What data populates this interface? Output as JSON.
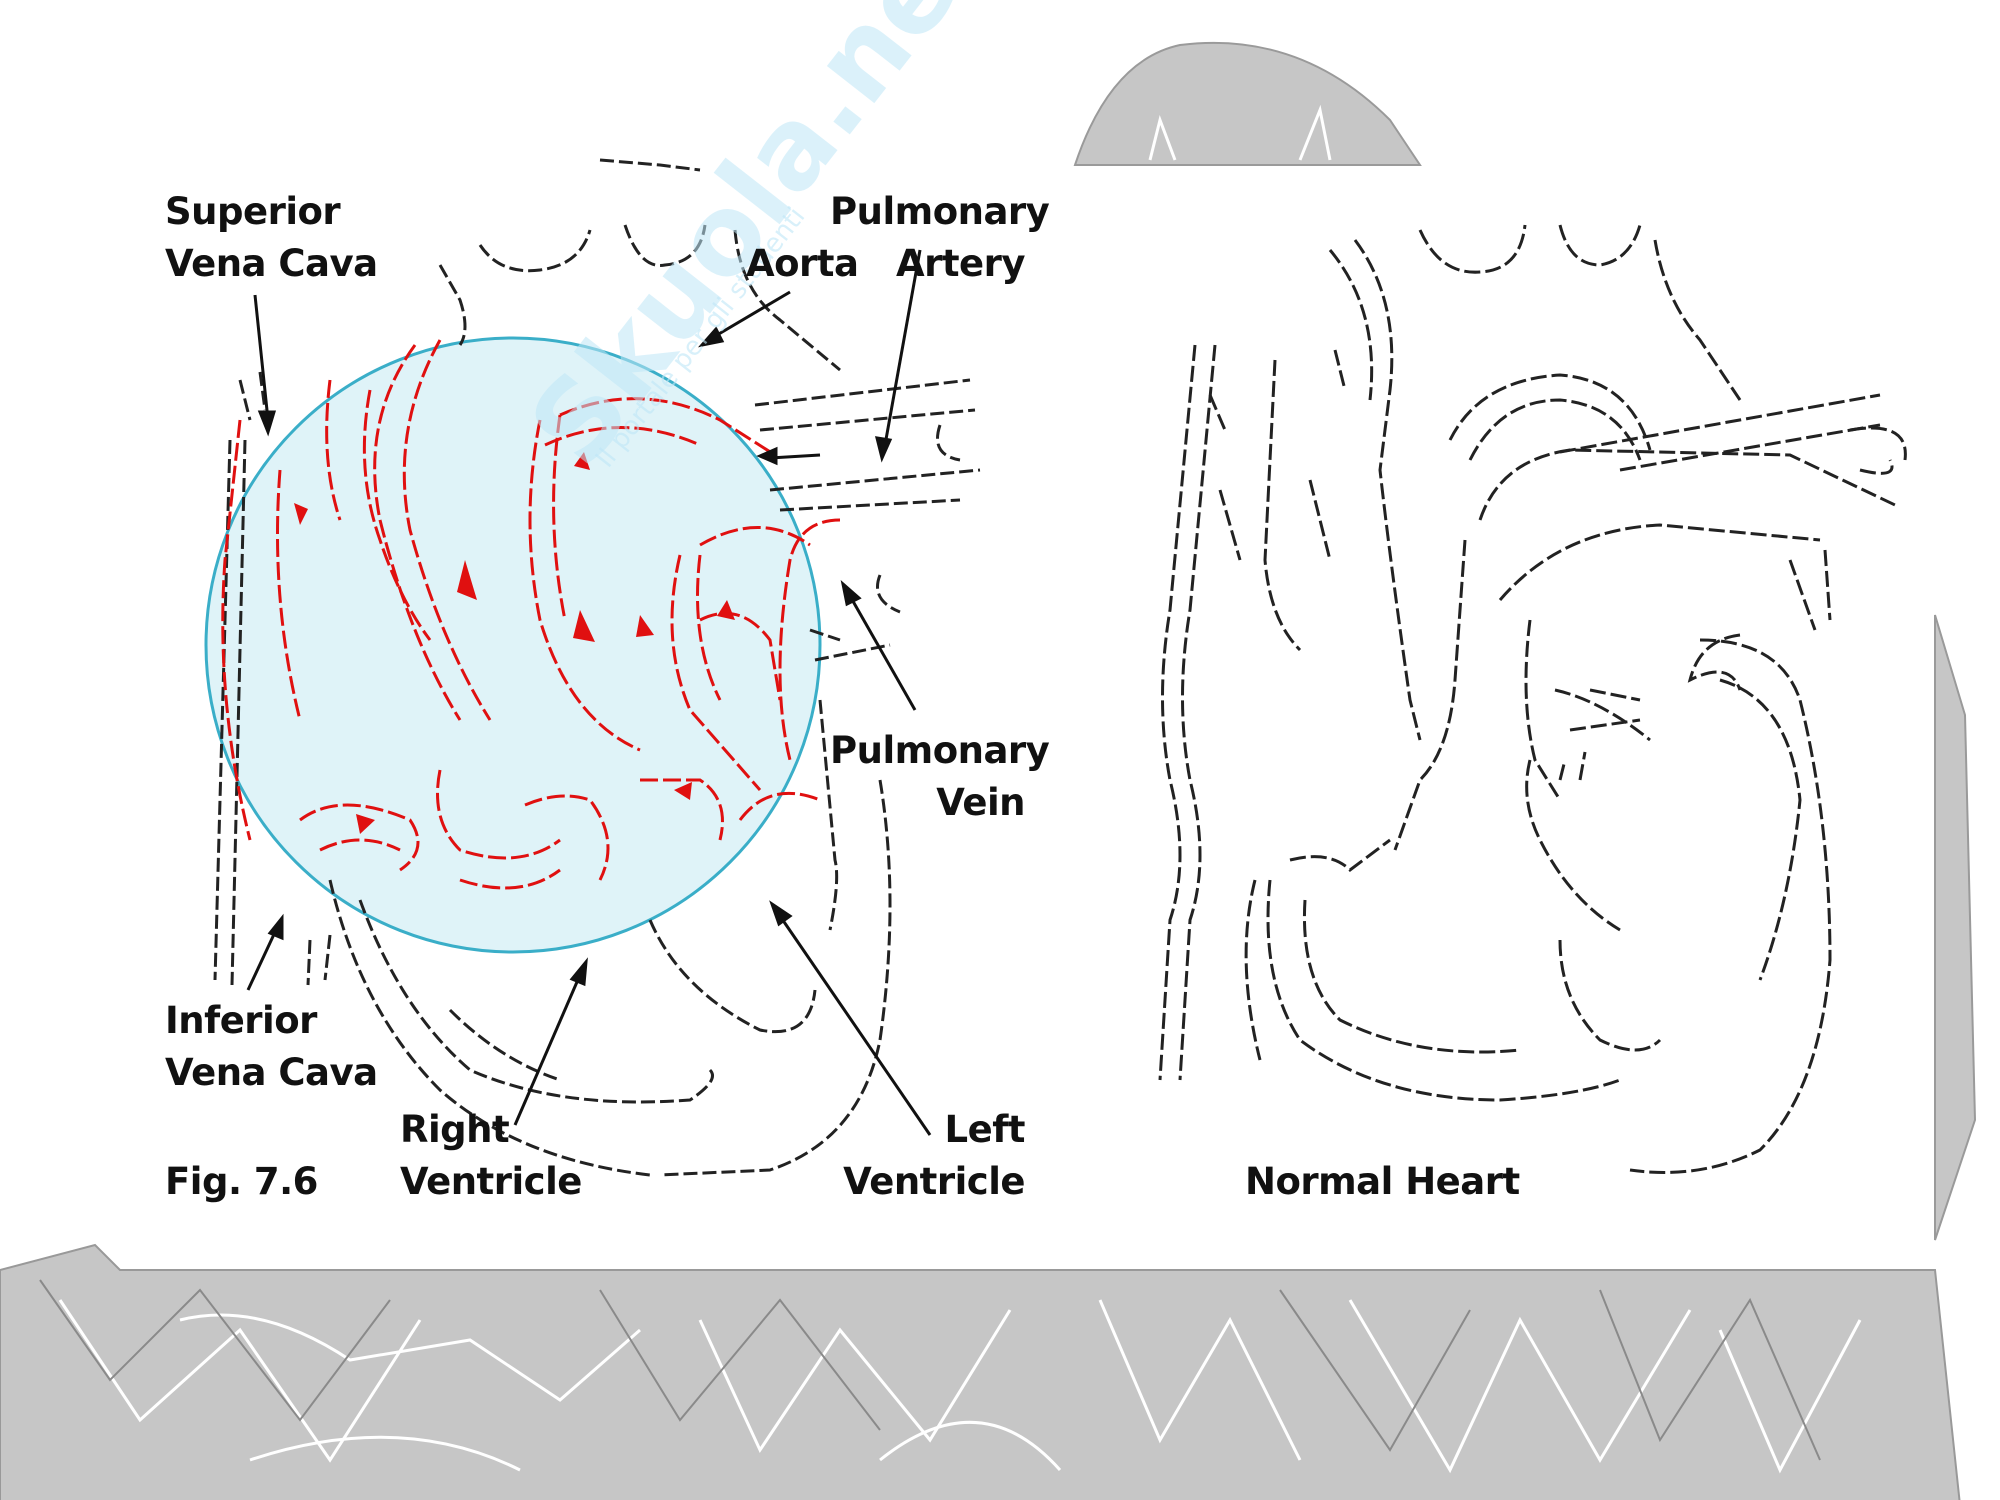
{
  "figure": {
    "labels": {
      "superior_vena_cava": "Superior\nVena Cava",
      "aorta": "Aorta",
      "pulmonary_artery": "Pulmonary\nArtery",
      "pulmonary_vein": "Pulmonary\nVein",
      "inferior_vena_cava": "Inferior\nVena Cava",
      "right_ventricle": "Right\nVentricle",
      "left_ventricle": "Left\nVentricle",
      "fig_number": "Fig. 7.6",
      "normal_heart": "Normal Heart"
    },
    "watermark": {
      "text": "Skuola.net",
      "subtext": "Il portale per gli studenti"
    }
  },
  "colors": {
    "highlight_fill": "#dff3f8",
    "highlight_stroke": "#3aaec8",
    "red_line": "#e01010",
    "gray_band": "#c6c6c6"
  }
}
